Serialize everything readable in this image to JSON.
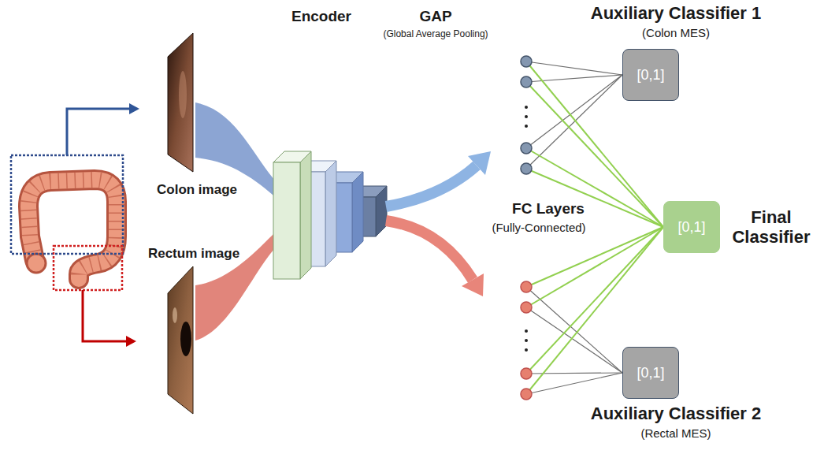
{
  "diagram": {
    "nodes": [
      {
        "text": [
          "Auxiliary Classifier 1",
          "(Colon MES)",
          "[0,1]"
        ]
      },
      {
        "text": [
          "[0,1]",
          "Final Classifier"
        ]
      },
      {
        "text": [
          "[0,1]",
          "Auxiliary Classifier 2",
          "(Rectal MES)"
        ]
      }
    ],
    "labels": [
      "Encoder",
      "GAP",
      "(Global Average Pooling)",
      "Colon image",
      "FC Layers",
      "(Fully-Connected)",
      "Rectum image"
    ]
  }
}
